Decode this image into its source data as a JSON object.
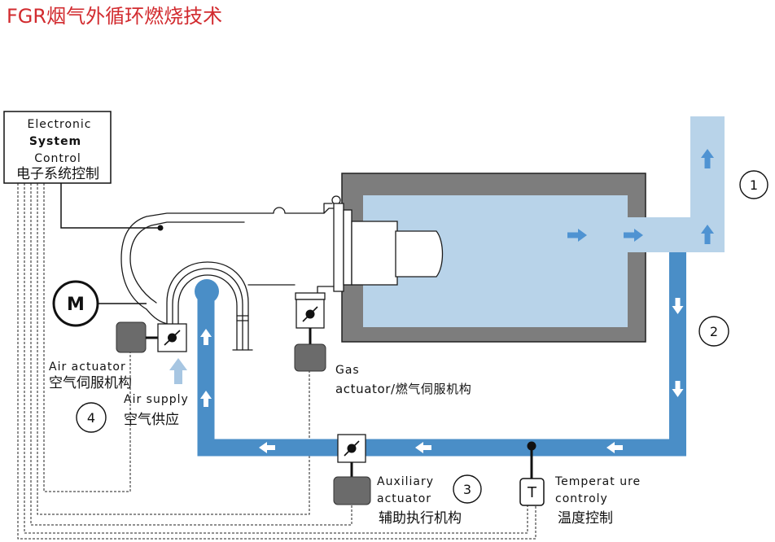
{
  "title": "FGR烟气外循环燃烧技术",
  "colors": {
    "title": "#d22b2f",
    "recirculation_pipe": "#4a8ec7",
    "flue_gas": "#b8d3e9",
    "flow_arrow": "#4f93d2",
    "air_supply_arrow": "#a7c6e2",
    "furnace_wall": "#7d7d7d",
    "actuator": "#6b6b6b"
  },
  "control_box": {
    "line1": "Electronic",
    "line2": "System",
    "line3": "Control",
    "line4": "电子系统控制"
  },
  "motor": {
    "label": "M"
  },
  "air_actuator": {
    "label_en": "Air actuator",
    "label_cn": "空气伺服机构"
  },
  "air_supply": {
    "label_en": "Air supply",
    "label_cn": "空气供应"
  },
  "gas_actuator": {
    "label_line1": "Gas",
    "label_line2": "actuator/燃气伺服机构"
  },
  "auxiliary_actuator": {
    "label_line1": "Auxiliary",
    "label_line2": "actuator",
    "label_line3": "辅助执行机构"
  },
  "temperature_control": {
    "symbol": "T",
    "label_line1": "Temperat ure",
    "label_line2": "controly",
    "label_line3": "温度控制"
  },
  "markers": [
    "1",
    "2",
    "3",
    "4"
  ]
}
